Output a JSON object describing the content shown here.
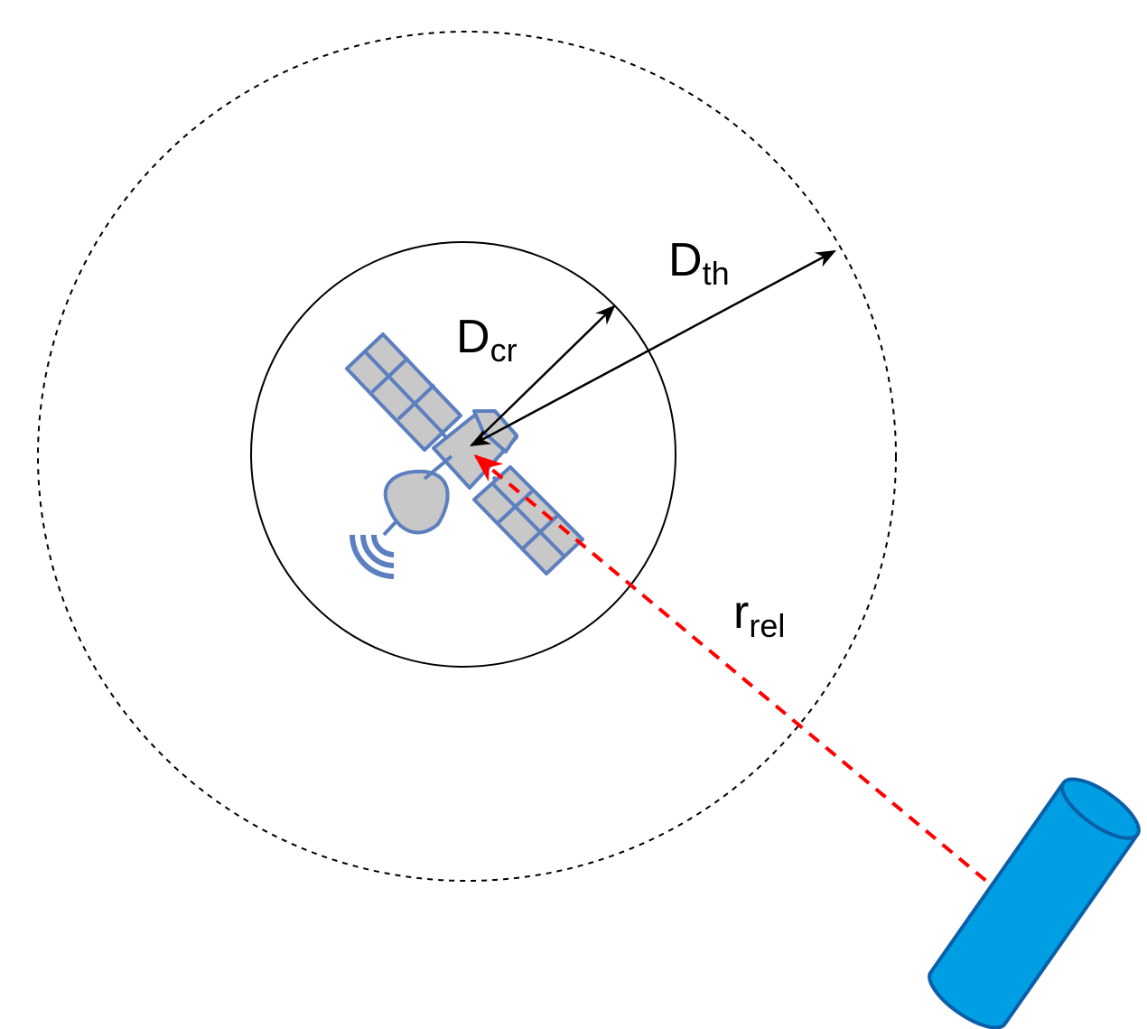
{
  "labels": {
    "threshold": {
      "main": "D",
      "sub": "th"
    },
    "critical": {
      "main": "D",
      "sub": "cr"
    },
    "relative": {
      "main": "r",
      "sub": "rel"
    }
  },
  "colors": {
    "background": "#ffffff",
    "boundary": "#000000",
    "relative_vector": "#ff0000",
    "satellite_fill": "#c8c8c8",
    "satellite_outline": "#5b7fbf",
    "debris_fill": "#009fe3",
    "debris_outline": "#0a5fa8"
  },
  "icons": {
    "satellite": "satellite-icon",
    "debris": "debris-cylinder-icon",
    "signal": "wifi-signal-icon"
  }
}
